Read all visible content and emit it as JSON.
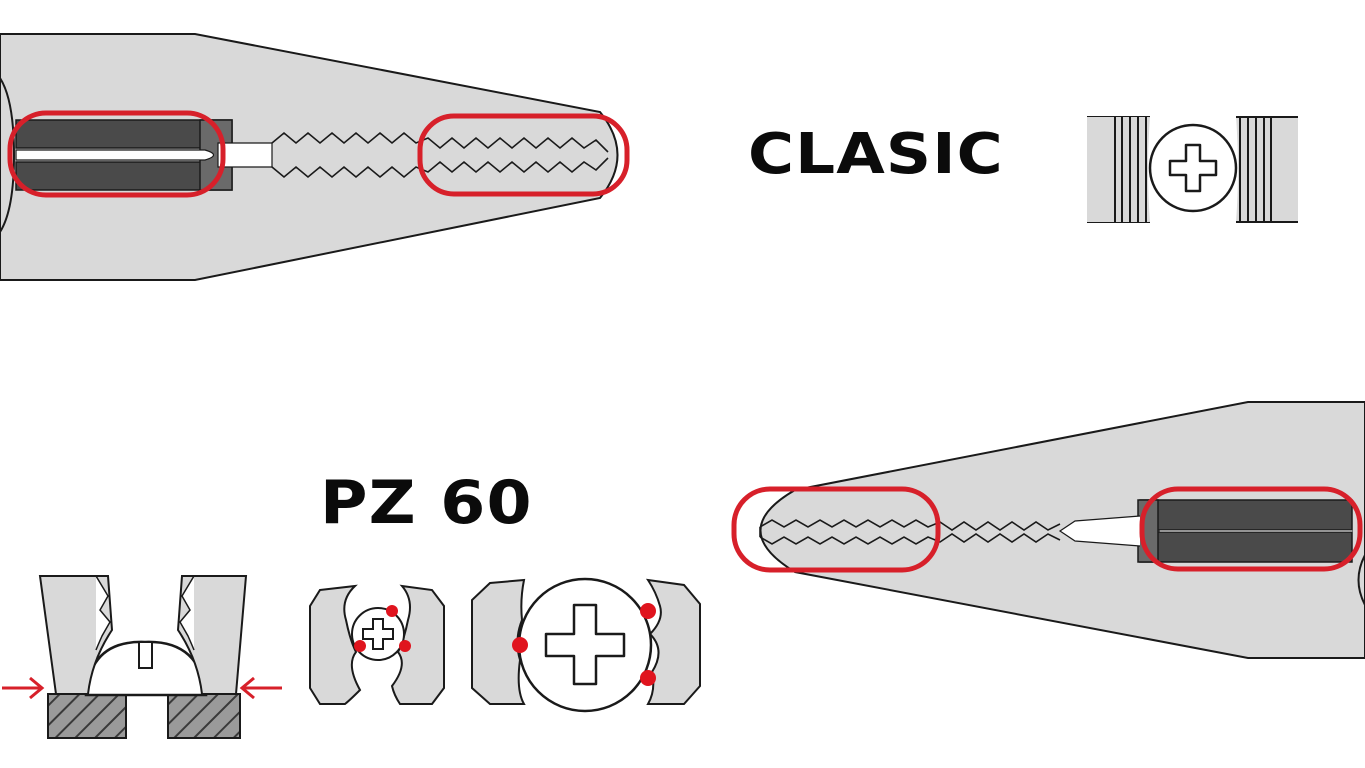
{
  "labels": {
    "classic": "CLASIC",
    "pz60": "PZ 60"
  },
  "colors": {
    "jaw_fill": "#d9d9d9",
    "outline": "#1a1a1a",
    "highlight_ring": "#d7202a",
    "contact_point": "#e0141e",
    "grip_dark": "#4a4a4a",
    "text": "#0b0b0b"
  },
  "icons": [
    "classic-plier-jaw-top",
    "classic-screw-grip-icon",
    "pz60-plier-jaw-bottom",
    "pz60-screw-head-pinch-icon",
    "pz60-small-screw-grip-icon",
    "pz60-large-screw-grip-icon",
    "pressure-arrow-left-icon",
    "pressure-arrow-right-icon"
  ]
}
